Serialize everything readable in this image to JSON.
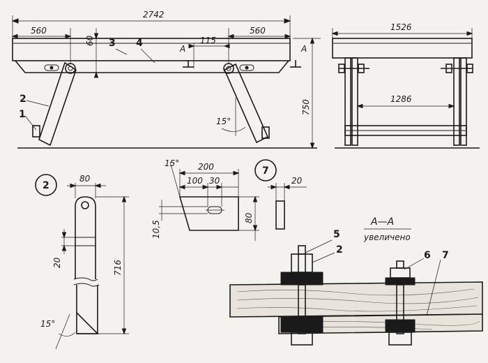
{
  "front_view": {
    "length": "2742",
    "leg_offset_left": "560",
    "leg_offset_right": "560",
    "board_height": "60",
    "bolt_spacing": "115",
    "section_mark_left": "A",
    "section_mark_right": "A",
    "overall_height": "750",
    "leg_angle": "15°",
    "callout_1": "1",
    "callout_2": "2",
    "callout_3": "3",
    "callout_4": "4"
  },
  "side_view": {
    "width": "1526",
    "inner_width": "1286"
  },
  "leg_detail": {
    "circle_label": "2",
    "width": "80",
    "height": "716",
    "slot": "20",
    "angle": "15°"
  },
  "bracket_detail": {
    "angle": "15°",
    "length": "200",
    "offset": "100",
    "slot_length": "30",
    "height": "80",
    "hole_offset": "10,5"
  },
  "spacer_detail": {
    "circle_label": "7",
    "thickness": "20"
  },
  "section_detail": {
    "title": "А—А",
    "subtitle": "увеличено",
    "callout_5": "5",
    "callout_2": "2",
    "callout_6": "6",
    "callout_7": "7"
  }
}
